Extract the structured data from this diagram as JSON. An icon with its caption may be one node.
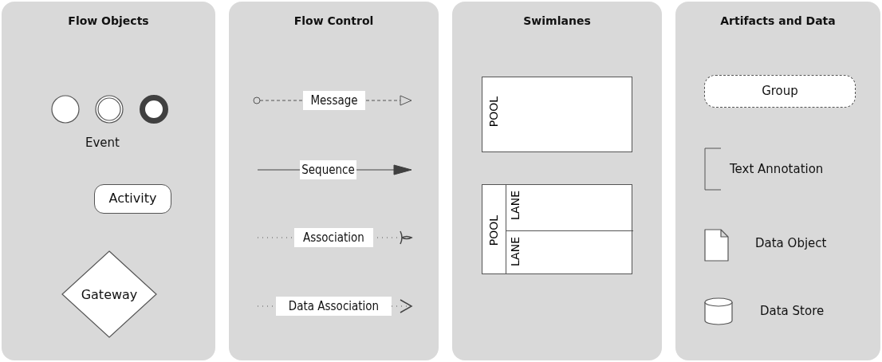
{
  "diagram": {
    "nodes": [
      {
        "text": [
          "Flow Objects"
        ]
      },
      {
        "text": [],
        "shape": "circle",
        "in": 0
      },
      {
        "text": [],
        "shape": "circle",
        "in": 0
      },
      {
        "text": [],
        "shape": "circle",
        "in": 0
      },
      {
        "text": [
          "Activity"
        ],
        "in": 0
      },
      {
        "text": [
          "Gateway"
        ],
        "in": 0
      },
      {
        "text": [
          "Flow Control"
        ]
      },
      {
        "text": [
          "Message"
        ],
        "in": 6
      },
      {
        "text": [
          "Sequence"
        ],
        "in": 6
      },
      {
        "text": [
          "Association"
        ],
        "in": 6
      },
      {
        "text": [
          "Data Association"
        ],
        "in": 6
      },
      {
        "text": [
          "Swimlanes"
        ]
      },
      {
        "text": [
          "POOL"
        ],
        "in": 11
      },
      {
        "text": [
          "POOL"
        ],
        "in": 11
      },
      {
        "text": [
          "LANE"
        ],
        "in": 13
      },
      {
        "text": [
          "LANE"
        ],
        "in": 13
      },
      {
        "text": [
          "Artifacts and Data"
        ]
      },
      {
        "text": [
          "Group"
        ],
        "in": 16
      },
      {
        "text": [
          "Text Annotation"
        ],
        "in": 16
      },
      {
        "text": [],
        "shape": "document",
        "in": 16,
        "beside": [
          "Data Object"
        ]
      },
      {
        "text": [],
        "shape": "cylinder",
        "in": 16,
        "beside": [
          "Data Store"
        ]
      }
    ],
    "labels": [
      "Event"
    ]
  }
}
